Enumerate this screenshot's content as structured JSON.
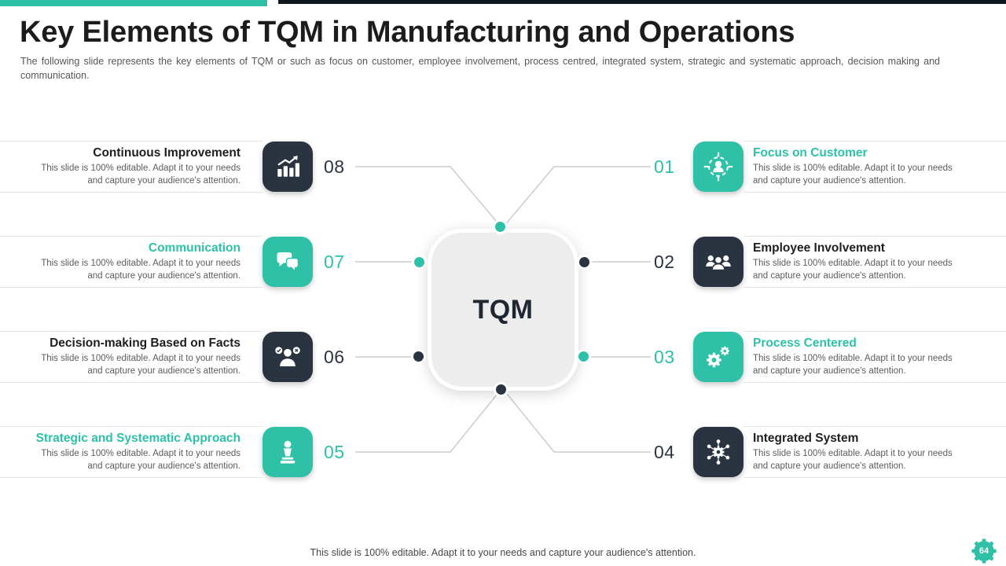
{
  "colors": {
    "teal": "#2EC1A7",
    "dark": "#2A3440"
  },
  "slide": {
    "title": "Key Elements of TQM in Manufacturing and Operations",
    "subtitle": "The following slide represents the key elements of TQM or such as focus on customer, employee involvement, process centred, integrated system, strategic and systematic approach, decision making and communication.",
    "center_label": "TQM",
    "footer_note": "This slide is 100% editable. Adapt it to your needs and capture your audience's attention.",
    "page_number": "64"
  },
  "left_items": [
    {
      "number": "08",
      "title": "Continuous Improvement",
      "accent": "dark",
      "icon": "bar-chart-icon",
      "desc": "This slide is 100% editable. Adapt it to your needs and capture your audience's attention."
    },
    {
      "number": "07",
      "title": "Communication",
      "accent": "teal",
      "icon": "chat-bubbles-icon",
      "desc": "This slide is 100% editable. Adapt it to your needs and capture your audience's attention."
    },
    {
      "number": "06",
      "title": "Decision-making Based on Facts",
      "accent": "dark",
      "icon": "decision-person-icon",
      "desc": "This slide is 100% editable. Adapt it to your needs and capture your audience's attention."
    },
    {
      "number": "05",
      "title": "Strategic and Systematic Approach",
      "accent": "teal",
      "icon": "chess-piece-icon",
      "desc": "This slide is 100% editable. Adapt it to your needs and capture your audience's attention."
    }
  ],
  "right_items": [
    {
      "number": "01",
      "title": "Focus on Customer",
      "accent": "teal",
      "icon": "customer-target-icon",
      "desc": "This slide is 100% editable. Adapt it to your needs and capture your audience's attention."
    },
    {
      "number": "02",
      "title": "Employee Involvement",
      "accent": "dark",
      "icon": "people-group-icon",
      "desc": "This slide is 100% editable. Adapt it to your needs and capture your audience's attention."
    },
    {
      "number": "03",
      "title": "Process Centered",
      "accent": "teal",
      "icon": "gears-icon",
      "desc": "This slide is 100% editable. Adapt it to your needs and capture your audience's attention."
    },
    {
      "number": "04",
      "title": "Integrated System",
      "accent": "dark",
      "icon": "network-gear-icon",
      "desc": "This slide is 100% editable. Adapt it to your needs and capture your audience's attention."
    }
  ]
}
